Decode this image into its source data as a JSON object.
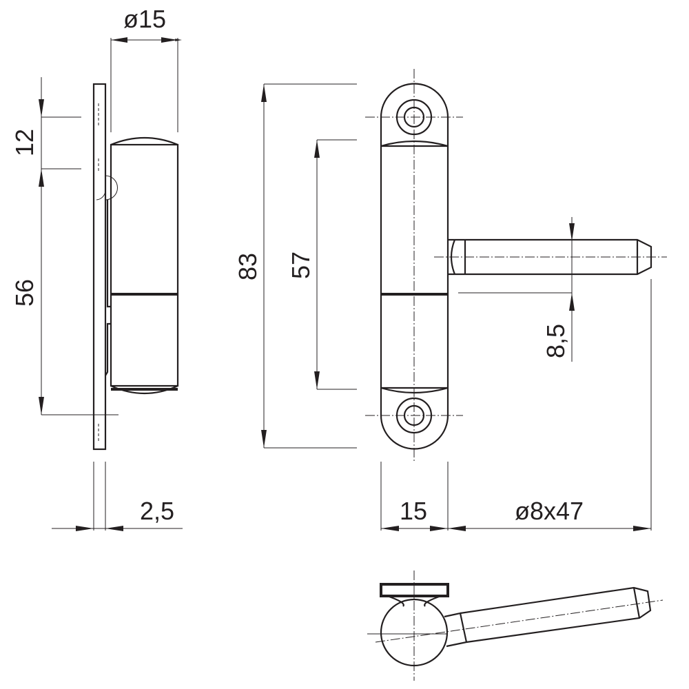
{
  "title": "Hinge technical drawing",
  "dimensions": {
    "barrel_diameter": "ø15",
    "top_offset": "12",
    "barrel_length_side": "56",
    "plate_thickness": "2,5",
    "total_height": "83",
    "barrel_length": "57",
    "pin_diameter": "8,5",
    "body_width": "15",
    "pin_size": "ø8x47"
  },
  "colors": {
    "line": "#231f20",
    "background": "#ffffff"
  }
}
